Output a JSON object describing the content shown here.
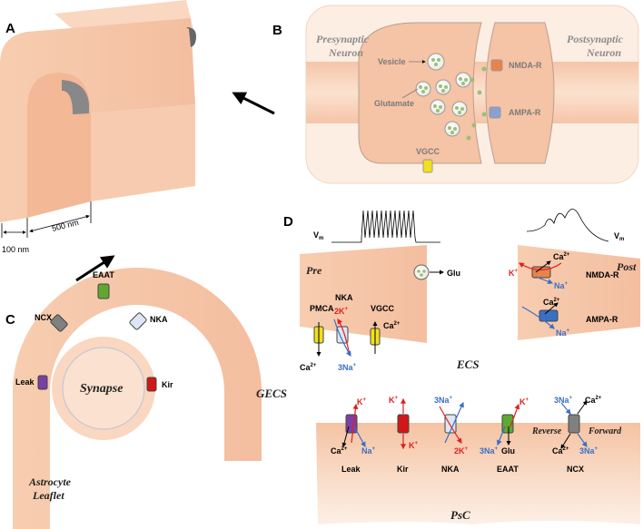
{
  "panels": {
    "a": "A",
    "b": "B",
    "c": "C",
    "d": "D"
  },
  "panel_a": {
    "dim_500": "500 nm",
    "dim_100": "100 nm"
  },
  "panel_b": {
    "presynaptic_1": "Presynaptic",
    "presynaptic_2": "Neuron",
    "postsynaptic_1": "Postsynaptic",
    "postsynaptic_2": "Neuron",
    "vesicle": "Vesicle",
    "glutamate": "Glutamate",
    "vgcc": "VGCC",
    "nmda": "NMDA-R",
    "ampa": "AMPA-R"
  },
  "panel_c": {
    "synapse": "Synapse",
    "astro_1": "Astrocyte",
    "astro_2": "Leaflet",
    "eaat": "EAAT",
    "ncx": "NCX",
    "nka": "NKA",
    "leak": "Leak",
    "kir": "Kir"
  },
  "panel_d": {
    "vm_left": "V",
    "vm_right": "V",
    "vm_sub": "m",
    "pre": "Pre",
    "post": "Post",
    "glu": "Glu",
    "pmca": "PMCA",
    "nka": "NKA",
    "vgcc": "VGCC",
    "k2": "2K",
    "na3": "3Na",
    "ca": "Ca",
    "sup_plus": "+",
    "sup_2plus": "2+",
    "k": "K",
    "na": "Na",
    "nmda": "NMDA-R",
    "ampa": "AMPA-R",
    "ecs": "ECS",
    "gecs": "GECS",
    "psc": "PsC",
    "leak": "Leak",
    "kir": "Kir",
    "eaat": "EAAT",
    "ncx": "NCX",
    "reverse": "Reverse",
    "forward": "Forward",
    "glu2": "Glu"
  },
  "colors": {
    "membrane": "#f6c7a8",
    "membrane_light": "#fbe3d3",
    "leak": "#7b3fa6",
    "kir": "#d01818",
    "nka": "#dde6f2",
    "eaat": "#5fa832",
    "ncx": "#808080",
    "vgcc": "#f2e01a",
    "nmda": "#e8834c",
    "ampa": "#3a6fc4",
    "red_ion": "#e02020",
    "blue_ion": "#3a6fc4"
  }
}
